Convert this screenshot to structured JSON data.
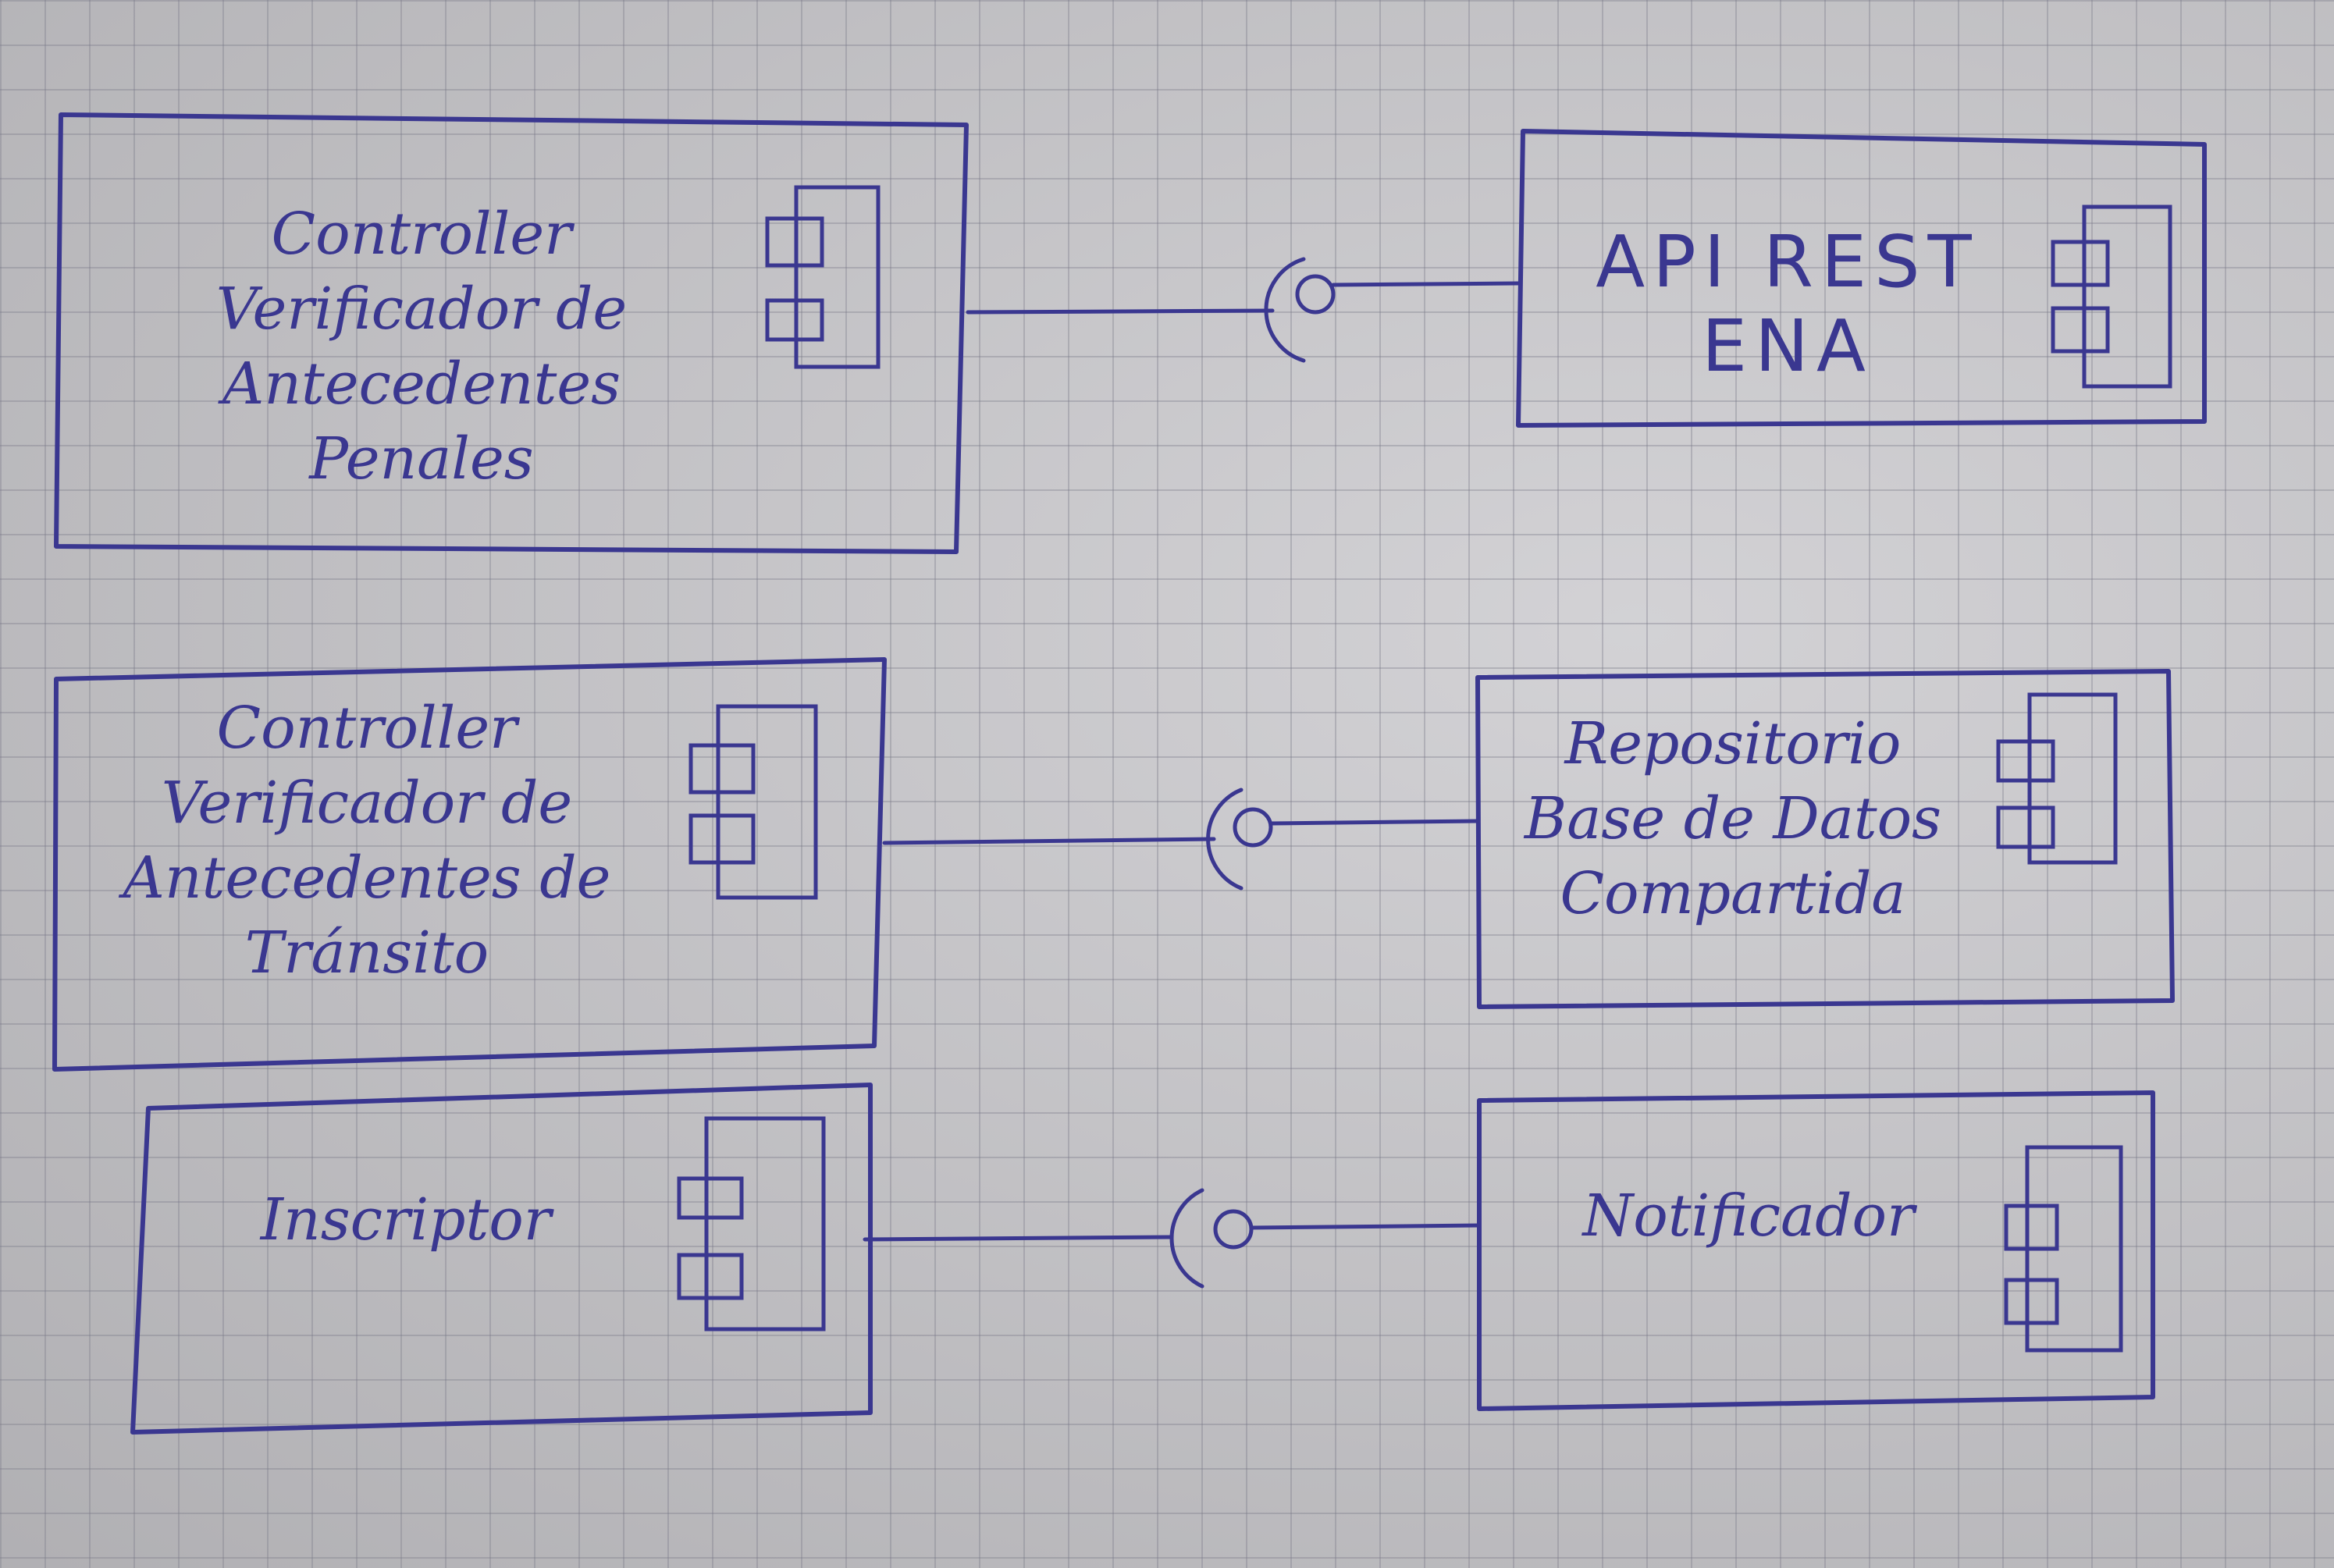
{
  "components": [
    {
      "id": "c1",
      "label": "Controller\nVerificador de\nAntecedentes\nPenales"
    },
    {
      "id": "c2",
      "label": "API REST\nENA"
    },
    {
      "id": "c3",
      "label": "Controller\nVerificador de\nAntecedentes de\nTránsito"
    },
    {
      "id": "c4",
      "label": "Repositorio\nBase de Datos\nCompartida"
    },
    {
      "id": "c5",
      "label": "Inscriptor"
    },
    {
      "id": "c6",
      "label": "Notificador"
    }
  ],
  "connections": [
    {
      "from": "Controller Verificador de Antecedentes Penales",
      "to": "API REST ENA",
      "type": "required-provided interface"
    },
    {
      "from": "Controller Verificador de Antecedentes de Tránsito",
      "to": "Repositorio Base de Datos Compartida",
      "type": "required-provided interface"
    },
    {
      "from": "Inscriptor",
      "to": "Notificador",
      "type": "required-provided interface"
    }
  ],
  "colors": {
    "ink": "#3a3790",
    "paper": "#c9c8cc"
  }
}
